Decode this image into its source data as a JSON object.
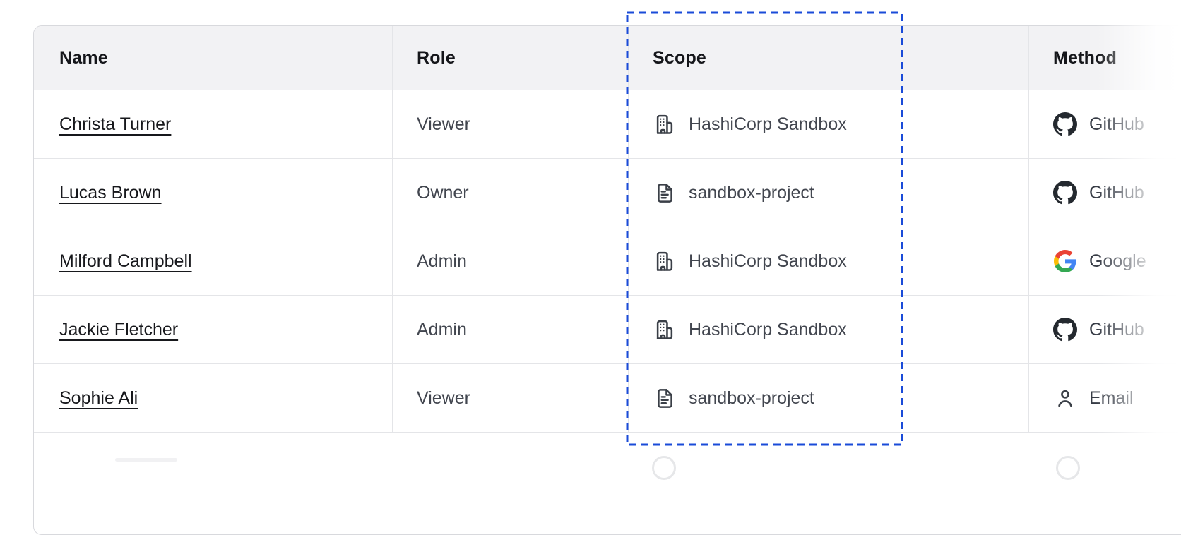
{
  "page": {
    "background": "#ffffff"
  },
  "table": {
    "columns": [
      {
        "id": "name",
        "label": "Name"
      },
      {
        "id": "role",
        "label": "Role"
      },
      {
        "id": "scope",
        "label": "Scope"
      },
      {
        "id": "method",
        "label": "Method"
      }
    ],
    "rows": [
      {
        "name": "Christa Turner",
        "role": "Viewer",
        "scope": {
          "icon": "org-building-icon",
          "label": "HashiCorp Sandbox"
        },
        "method": {
          "icon": "github-icon",
          "label": "GitHub"
        }
      },
      {
        "name": "Lucas Brown",
        "role": "Owner",
        "scope": {
          "icon": "file-text-icon",
          "label": "sandbox-project"
        },
        "method": {
          "icon": "github-icon",
          "label": "GitHub"
        }
      },
      {
        "name": "Milford Campbell",
        "role": "Admin",
        "scope": {
          "icon": "org-building-icon",
          "label": "HashiCorp Sandbox"
        },
        "method": {
          "icon": "google-icon",
          "label": "Google"
        }
      },
      {
        "name": "Jackie Fletcher",
        "role": "Admin",
        "scope": {
          "icon": "org-building-icon",
          "label": "HashiCorp Sandbox"
        },
        "method": {
          "icon": "github-icon",
          "label": "GitHub"
        }
      },
      {
        "name": "Sophie Ali",
        "role": "Viewer",
        "scope": {
          "icon": "file-text-icon",
          "label": "sandbox-project"
        },
        "method": {
          "icon": "person-icon",
          "label": "Email"
        }
      }
    ]
  },
  "annotation": {
    "type": "dashed-rectangle-highlight",
    "target_column": "Scope",
    "color": "#1a4bd8"
  }
}
